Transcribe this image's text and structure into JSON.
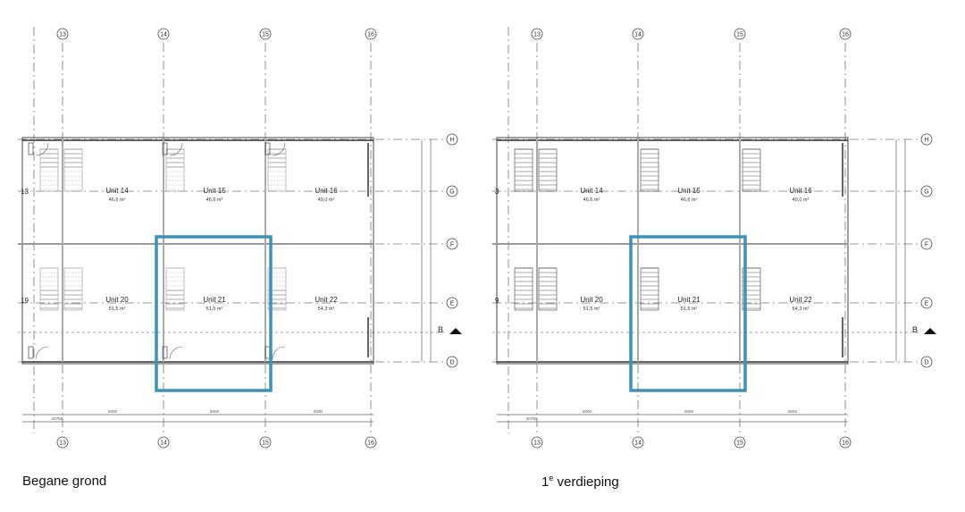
{
  "plans": [
    {
      "caption": "Begane grond",
      "columns": [
        "13",
        "14",
        "15",
        "16"
      ],
      "rows": [
        "H",
        "G",
        "F",
        "E",
        "D"
      ],
      "section_marker": "B",
      "partial_units": [
        "13",
        "19"
      ],
      "units": [
        {
          "name": "Unit 14",
          "area": "46,6 m²"
        },
        {
          "name": "Unit 15",
          "area": "46,6 m²"
        },
        {
          "name": "Unit 16",
          "area": "49,0 m²"
        },
        {
          "name": "Unit 20",
          "area": "51,5 m²"
        },
        {
          "name": "Unit 21",
          "area": "51,5 m²"
        },
        {
          "name": "Unit 22",
          "area": "54,3 m²"
        }
      ],
      "dimensions_horizontal": [
        "6000",
        "6000",
        "6000"
      ],
      "dimension_total": "40750"
    },
    {
      "caption_main": "1",
      "caption_sup": "e",
      "caption_rest": " verdieping",
      "columns": [
        "13",
        "14",
        "15",
        "16"
      ],
      "rows": [
        "H",
        "G",
        "F",
        "E",
        "D"
      ],
      "section_marker": "B",
      "partial_units": [
        "3",
        "9"
      ],
      "units": [
        {
          "name": "Unit 14",
          "area": "46,6 m²"
        },
        {
          "name": "Unit 15",
          "area": "46,6 m²"
        },
        {
          "name": "Unit 16",
          "area": "49,0 m²"
        },
        {
          "name": "Unit 20",
          "area": "51,5 m²"
        },
        {
          "name": "Unit 21",
          "area": "51,5 m²"
        },
        {
          "name": "Unit 22",
          "area": "54,3 m²"
        }
      ],
      "dimensions_horizontal": [
        "6000",
        "6000",
        "6000"
      ],
      "dimension_total": "40750"
    }
  ],
  "highlight_color": "#3a93b8"
}
